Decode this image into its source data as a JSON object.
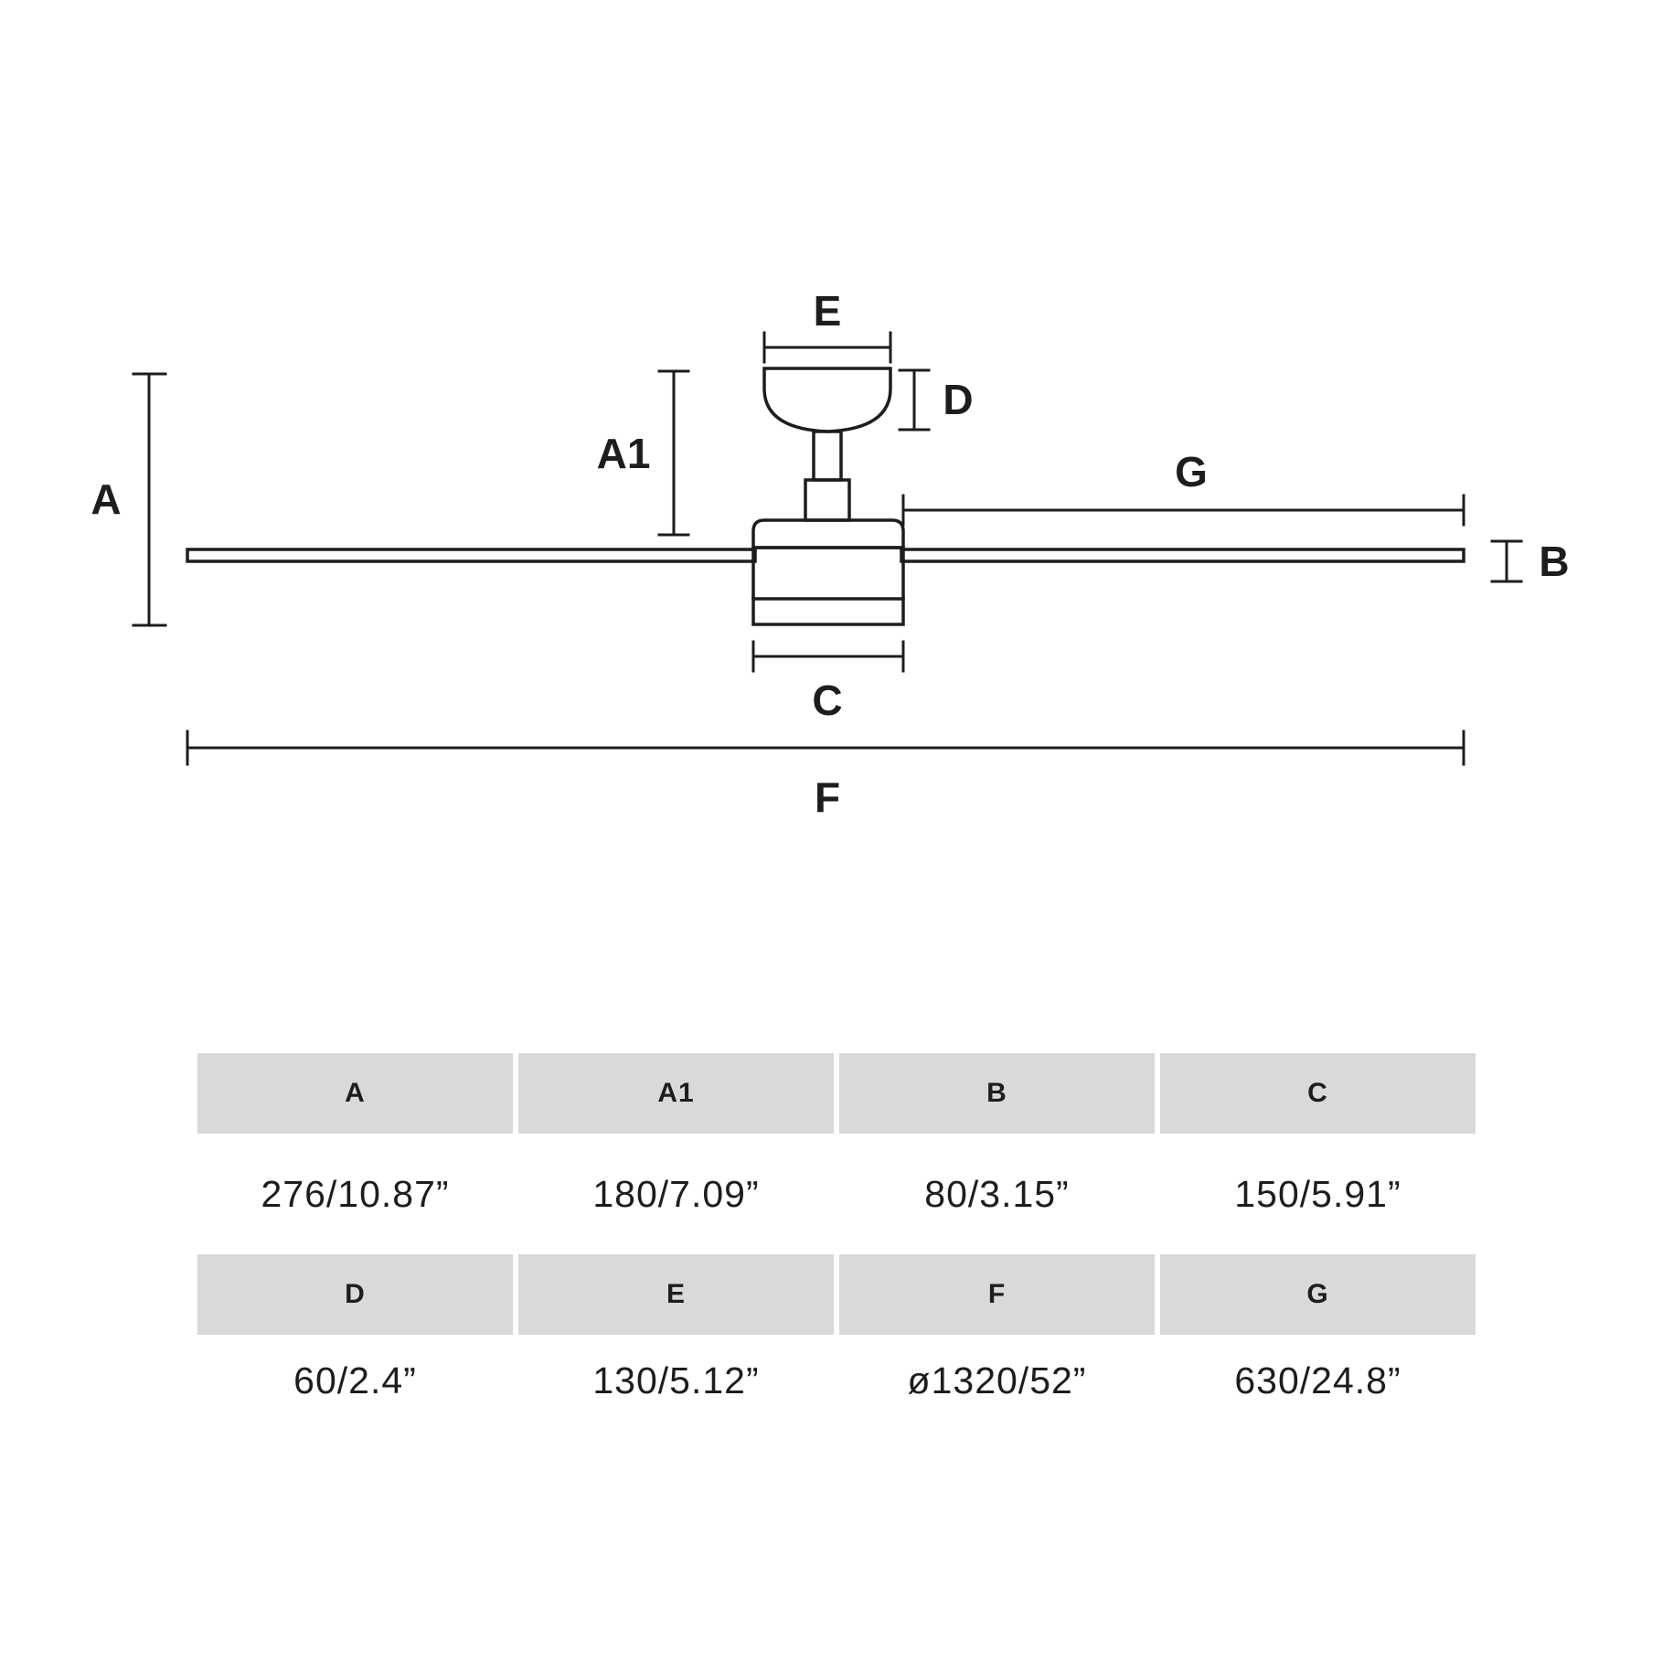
{
  "diagram": {
    "labels": {
      "A": "A",
      "A1": "A1",
      "B": "B",
      "C": "C",
      "D": "D",
      "E": "E",
      "F": "F",
      "G": "G"
    }
  },
  "table": {
    "group1": {
      "headers": [
        "A",
        "A1",
        "B",
        "C"
      ],
      "values": [
        "276/10.87”",
        "180/7.09”",
        "80/3.15”",
        "150/5.91”"
      ]
    },
    "group2": {
      "headers": [
        "D",
        "E",
        "F",
        "G"
      ],
      "values": [
        "60/2.4”",
        "130/5.12”",
        "ø1320/52”",
        "630/24.8”"
      ]
    }
  }
}
